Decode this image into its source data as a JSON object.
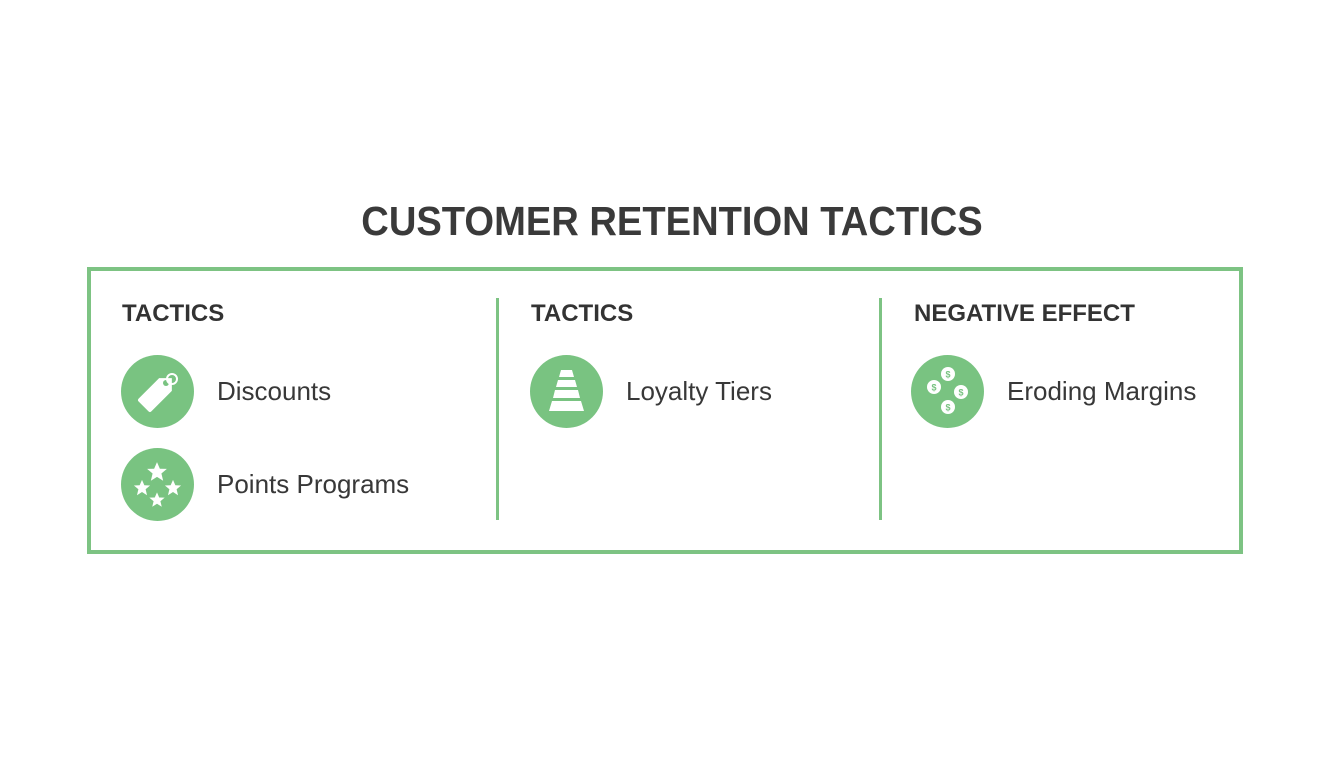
{
  "title": "CUSTOMER RETENTION TACTICS",
  "colors": {
    "accent": "#7dc383",
    "icon_bg": "#79c381",
    "text": "#333333"
  },
  "columns": [
    {
      "heading": "TACTICS",
      "items": [
        {
          "label": "Discounts",
          "icon": "price-tag-icon"
        },
        {
          "label": "Points Programs",
          "icon": "stars-icon"
        }
      ]
    },
    {
      "heading": "TACTICS",
      "items": [
        {
          "label": "Loyalty Tiers",
          "icon": "pyramid-tiers-icon"
        }
      ]
    },
    {
      "heading": "NEGATIVE EFFECT",
      "items": [
        {
          "label": "Eroding Margins",
          "icon": "dollar-coins-icon"
        }
      ]
    }
  ]
}
